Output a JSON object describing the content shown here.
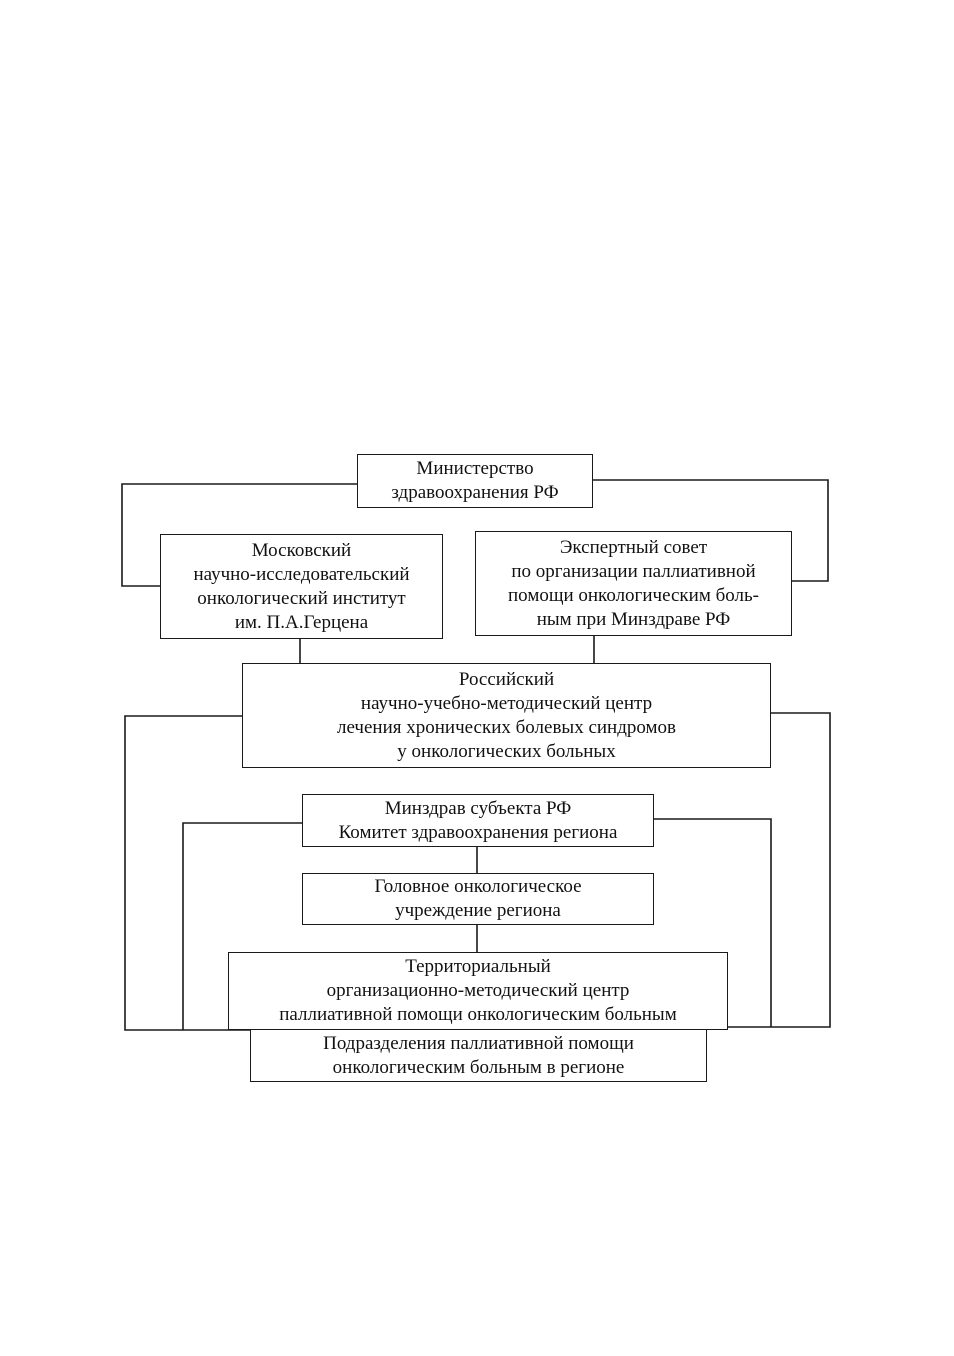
{
  "diagram": {
    "ministry": {
      "lines": [
        "Министерство",
        "здравоохранения РФ"
      ]
    },
    "moscow_institute": {
      "lines": [
        "Московский",
        "научно-исследовательский",
        "онкологический институт",
        "им. П.А.Герцена"
      ]
    },
    "expert_council": {
      "lines": [
        "Экспертный совет",
        "по организации паллиативной",
        "помощи онкологическим боль-",
        "ным при Минздраве РФ"
      ]
    },
    "russian_center": {
      "lines": [
        "Российский",
        "научно-учебно-методический центр",
        "лечения хронических болевых синдромов",
        "у онкологических больных"
      ]
    },
    "regional_ministry": {
      "lines": [
        "Минздрав субъекта РФ",
        "Комитет здравоохранения региона"
      ]
    },
    "head_oncology": {
      "lines": [
        "Головное онкологическое",
        "учреждение региона"
      ]
    },
    "territorial_center": {
      "lines": [
        "Территориальный",
        "организационно-методический центр",
        "паллиативной помощи онкологическим больным"
      ]
    },
    "palliative_units": {
      "lines": [
        "Подразделения паллиативной помощи",
        "онкологическим больным в регионе"
      ]
    }
  }
}
